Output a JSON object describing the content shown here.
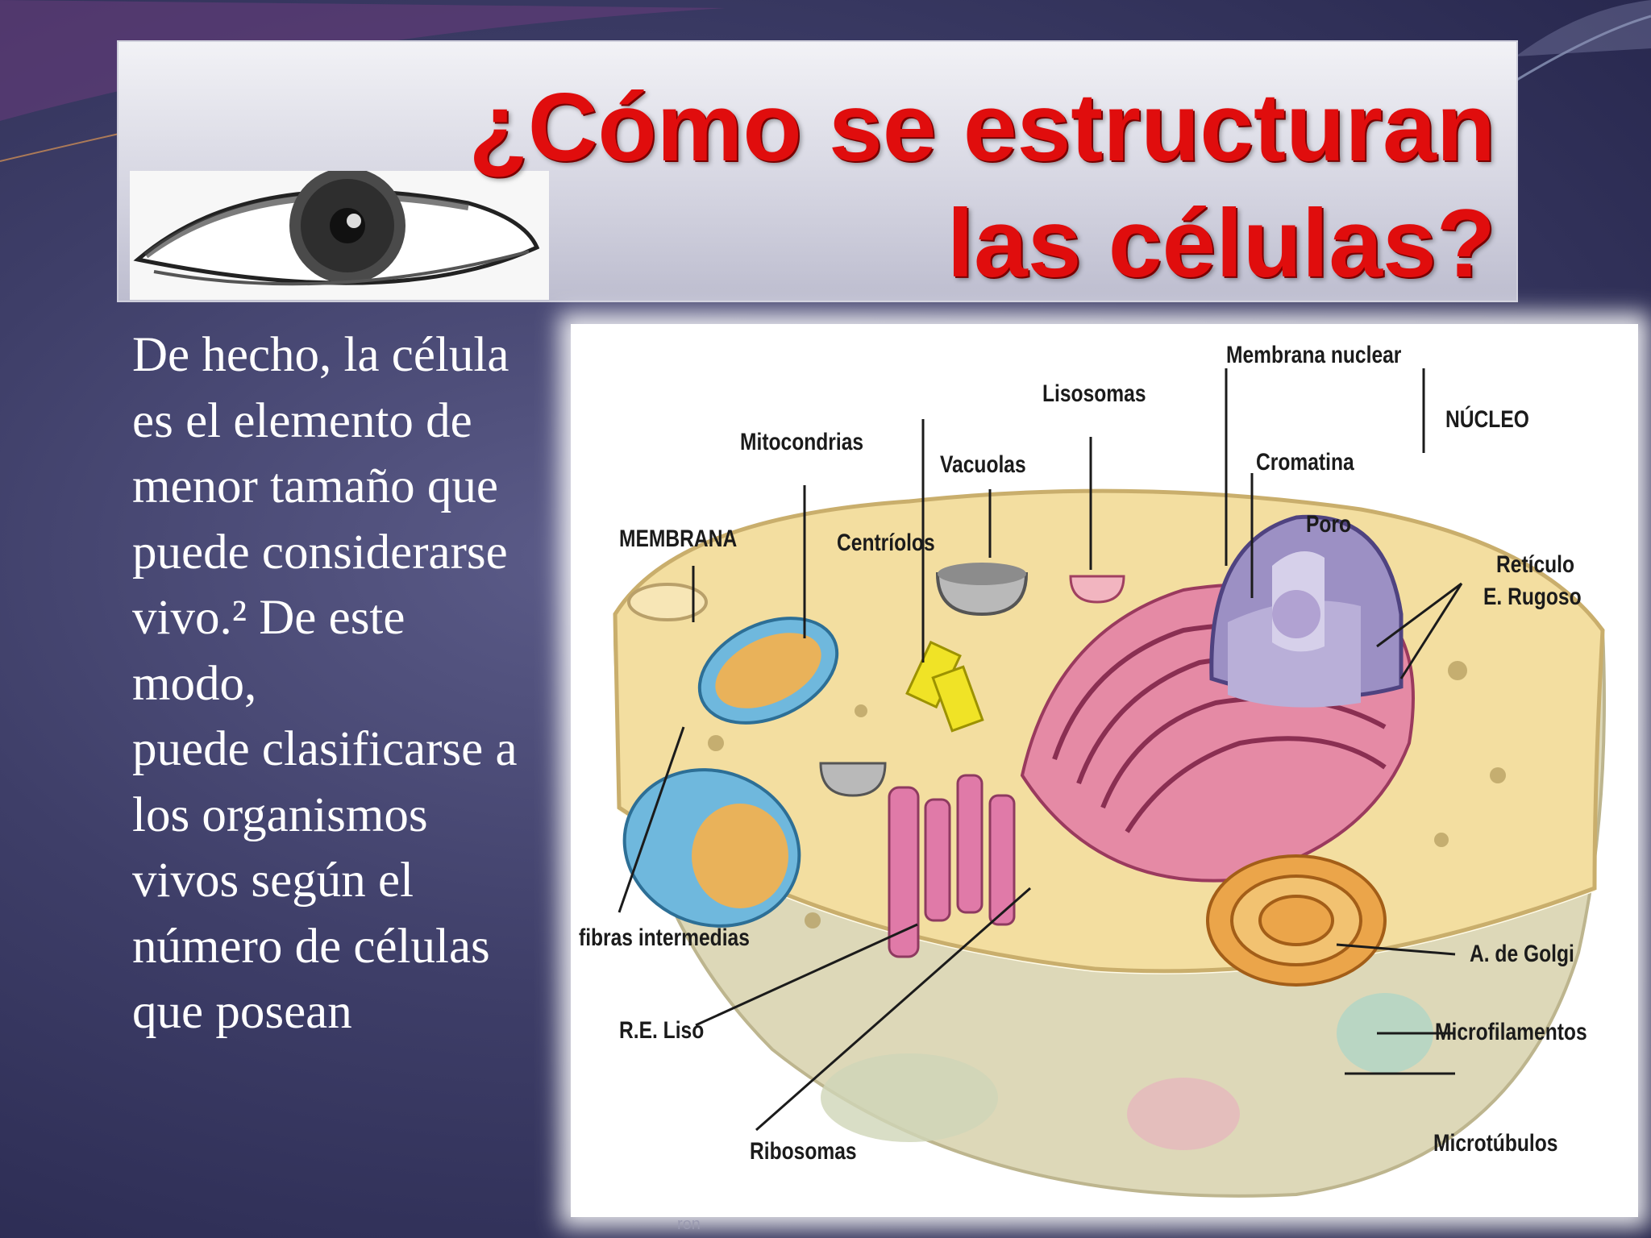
{
  "title": "¿Cómo se estructuran las células?",
  "body_text": " De hecho, la célula\nes el elemento de\nmenor tamaño que\npuede considerarse\nvivo.² De este\nmodo,\npuede clasificarse a\nlos organismos\nvivos según el\nnúmero de células\nque posean",
  "diagram": {
    "labels": {
      "membrana_nuclear": "Membrana nuclear",
      "lisosomas": "Lisosomas",
      "nucleo": "NÚCLEO",
      "mitocondrias": "Mitocondrias",
      "vacuolas": "Vacuolas",
      "cromatina": "Cromatina",
      "poro": "Poro",
      "membrana": "MEMBRANA",
      "centriolos": "Centríolos",
      "reticulo_rugoso_1": "Retículo",
      "reticulo_rugoso_2": "E. Rugoso",
      "fibras_intermedias": "fibras intermedias",
      "golgi": "A. de Golgi",
      "re_liso": "R.E. Liso",
      "microfilamentos": "Microfilamentos",
      "ribosomas": "Ribosomas",
      "microtubulos": "Microtúbulos"
    }
  },
  "footer": "ron",
  "colors": {
    "title_red": "#e00d0d",
    "background": "#3e3e68",
    "cytoplasm": "#f3dea0",
    "er_pink": "#d8708f",
    "nucleus_purple": "#9c90c4",
    "mitochondria_blue": "#6fb8dd"
  }
}
